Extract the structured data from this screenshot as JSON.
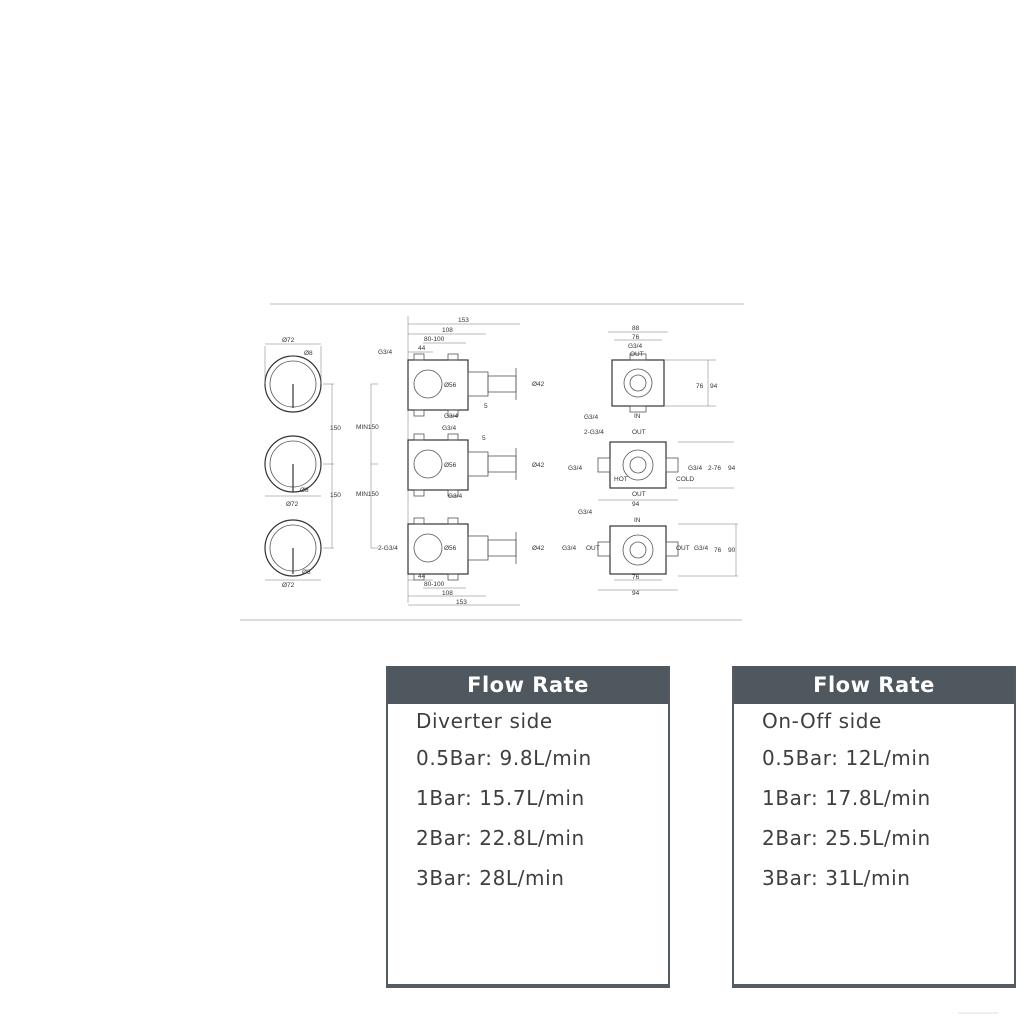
{
  "diagram": {
    "labels": {
      "d72": "Ø72",
      "d8": "Ø8",
      "h150": "150",
      "min150": "MIN150",
      "g34": "G3/4",
      "d56": "Ø56",
      "d42": "Ø42",
      "five": "5",
      "l153": "153",
      "l108": "108",
      "l80100": "80-100",
      "l44": "44",
      "l88": "88",
      "l76": "76",
      "l94": "94",
      "l90": "90",
      "l276": "2-76",
      "g234": "2-G3/4",
      "out": "OUT",
      "in": "IN",
      "hot": "HOT",
      "cold": "COLD"
    }
  },
  "panels": [
    {
      "title": "Flow Rate",
      "subtitle": "Diverter side",
      "rows": [
        "0.5Bar: 9.8L/min",
        "1Bar: 15.7L/min",
        "2Bar: 22.8L/min",
        "3Bar: 28L/min"
      ]
    },
    {
      "title": "Flow Rate",
      "subtitle": "On-Off side",
      "rows": [
        "0.5Bar: 12L/min",
        "1Bar: 17.8L/min",
        "2Bar: 25.5L/min",
        "3Bar: 31L/min"
      ]
    }
  ],
  "colors": {
    "header_bg": "#4f575f",
    "border": "#555b62",
    "text": "#3f3f3f"
  }
}
